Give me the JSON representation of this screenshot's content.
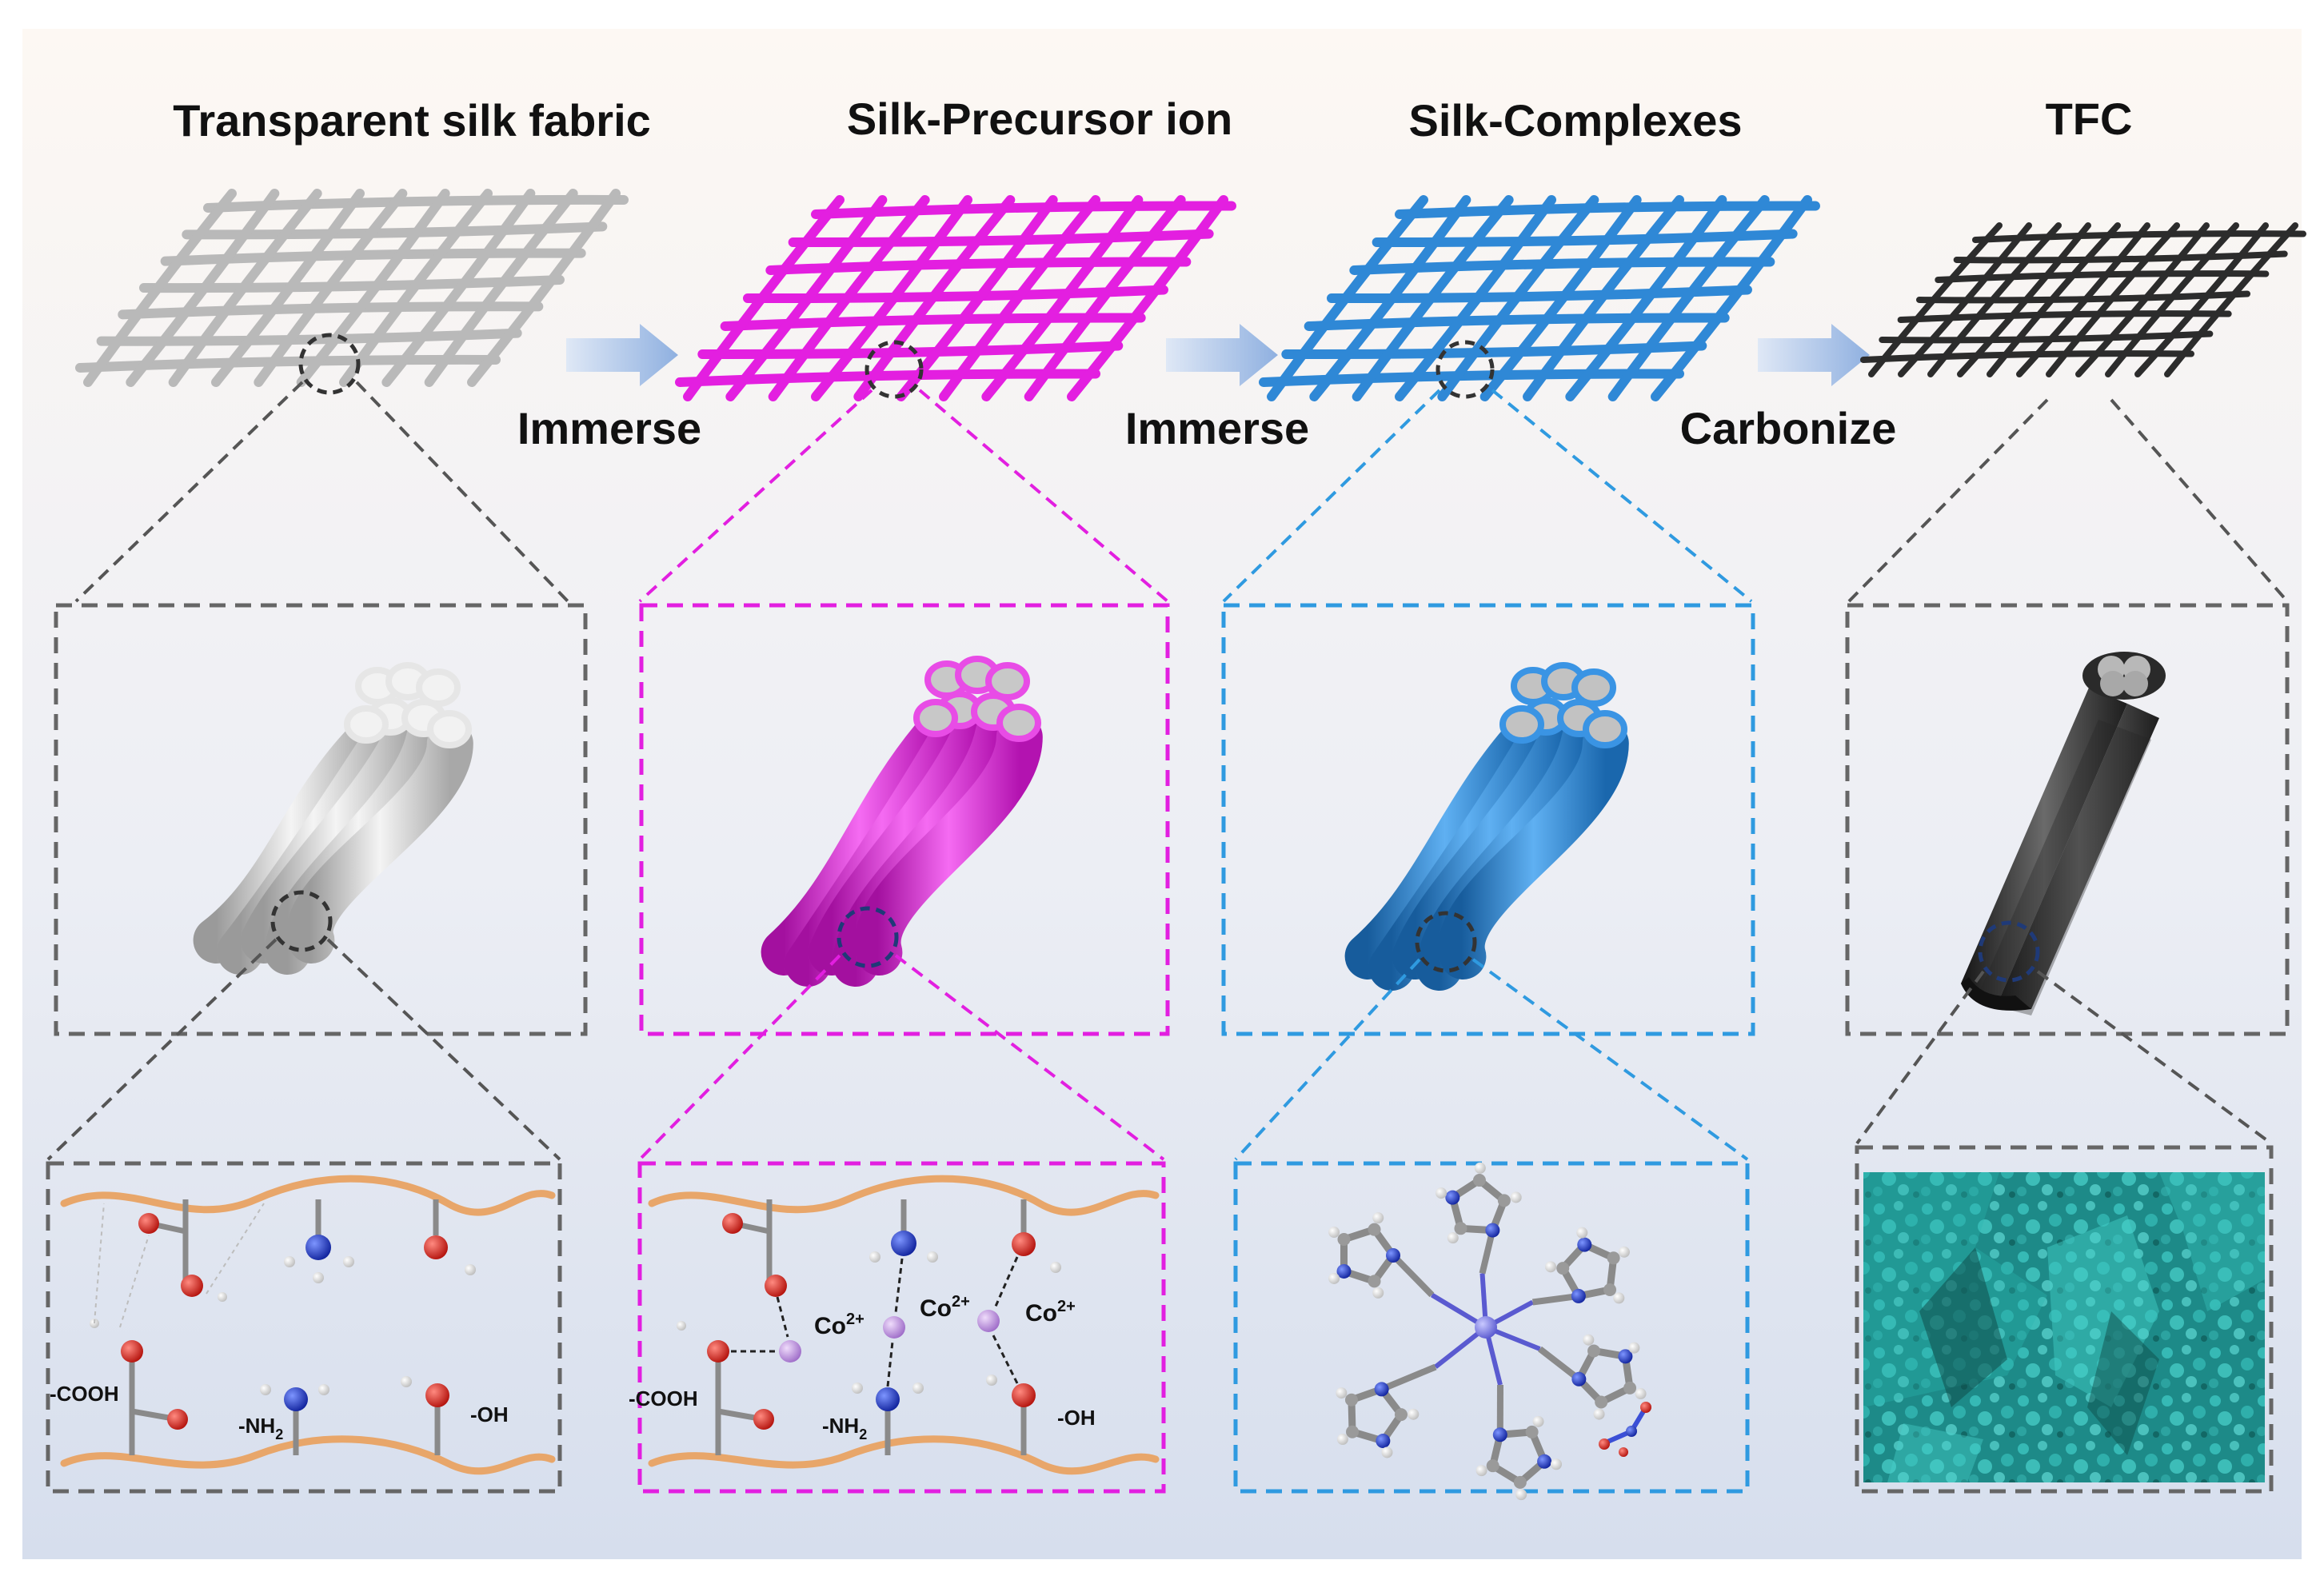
{
  "stages": [
    {
      "title": "Transparent silk fabric",
      "color": "#b8b8b8"
    },
    {
      "title": "Silk-Precursor ion",
      "color": "#e21fe0"
    },
    {
      "title": "Silk-Complexes",
      "color": "#2f86d3"
    },
    {
      "title": "TFC",
      "color": "#2b2b2b"
    }
  ],
  "steps": [
    "Immerse",
    "Immerse",
    "Carbonize"
  ],
  "chem": {
    "cooh": "-COOH",
    "nh2": "-NH",
    "nh2_sub": "2",
    "oh": "-OH",
    "cobalt": "Co",
    "cobalt_charge": "2+"
  },
  "colors": {
    "background_top": "#fdf8f3",
    "background_bottom": "#d9e1ef",
    "arrow": "#a9c1e6",
    "chain": "#f0b57e",
    "oxygen": "#e0231b",
    "nitrogen": "#1f3fcf",
    "hydrogen": "#f4f4f4",
    "carbon": "#8a8a8a",
    "cobalt_ion": "#c49be3",
    "sem": "#1f8f8c"
  }
}
